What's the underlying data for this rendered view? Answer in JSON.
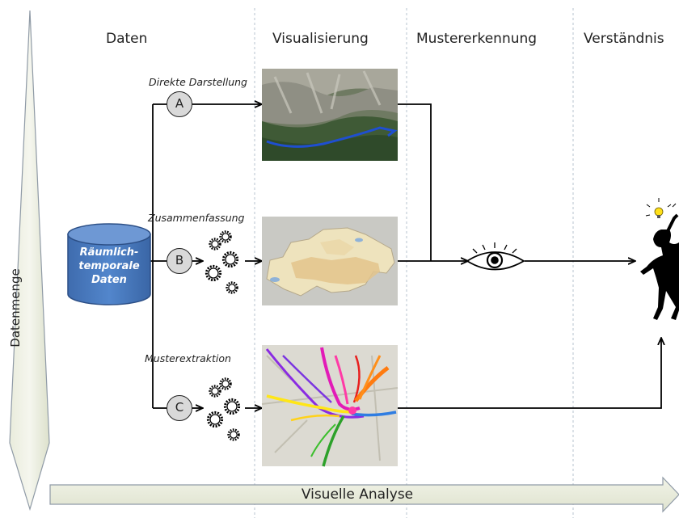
{
  "columns": {
    "data": "Daten",
    "visualization": "Visualisierung",
    "pattern": "Mustererkennung",
    "understanding": "Verständnis"
  },
  "paths": {
    "a": {
      "letter": "A",
      "label": "Direkte Darstellung"
    },
    "b": {
      "letter": "B",
      "label": "Zusammenfassung"
    },
    "c": {
      "letter": "C",
      "label": "Musterextraktion"
    }
  },
  "database": {
    "line1": "Räumlich-",
    "line2": "temporale",
    "line3": "Daten"
  },
  "axis": {
    "vertical": "Datenmenge",
    "horizontal": "Visuelle Analyse"
  },
  "colors": {
    "database": "#4a78b8",
    "arrow_fill": "#eceee0",
    "circle": "#d9d9d9"
  }
}
